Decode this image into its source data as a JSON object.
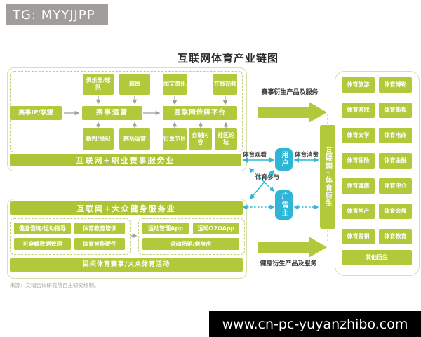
{
  "badge_text": "TG: MYYJJPP",
  "title": "互联网体育产业链图",
  "source_note": "来源：艾瑞咨询研究院自主研究绘制。",
  "watermark_url": "www.cn-pc-yuyanzhibo.com",
  "pro_section": {
    "banner": "互联网+职业赛事服务业",
    "event_ip": "赛事IP/联盟",
    "event_operation": "赛事运营",
    "internet_platform": "互联网传媒平台",
    "club": "俱乐部/球队",
    "player": "球员",
    "referee": "裁判/经纪",
    "venue_operation": "赛场运营",
    "news": "图文资讯",
    "online_video": "在线视频",
    "derived_programs": "衍生节目",
    "self_made_content": "自制内容",
    "community_forum": "社区论坛"
  },
  "fitness_section": {
    "banner": "互联网+大众健身服务业",
    "consulting": "健身咨询/运动指导",
    "education": "体育教育培训",
    "wearable_data": "可穿戴数据管理",
    "smart_hardware": "体育智能硬件",
    "management_app": "运动管理App",
    "o2o_app": "运动O2OApp",
    "venues_gyms": "运动场馆/健身房",
    "bottom_bar": "民间体育赛事/大众体育活动"
  },
  "middle": {
    "user": "用户",
    "advertiser": "广告主",
    "watch": "体育观看",
    "consume": "体育消费",
    "participate": "体育参与"
  },
  "derivatives": {
    "vertical_bar": "互联网+体育衍生",
    "event_products_label": "赛事衍生产品及服务",
    "fitness_products_label": "健身衍生产品及服务",
    "items": [
      "体育旅游",
      "体育博彩",
      "体育游戏",
      "体育影视",
      "体育文学",
      "体育电商",
      "体育保险",
      "体育金融",
      "体育健康",
      "体育中介",
      "体育地产",
      "体育会展",
      "体育营销",
      "体育教育"
    ],
    "other": "其他衍生"
  },
  "colors": {
    "green": "#b2c93c",
    "cyan": "#2fb5d5",
    "badge_gray": "#a19d9a",
    "watermark_bg": "#000000"
  }
}
